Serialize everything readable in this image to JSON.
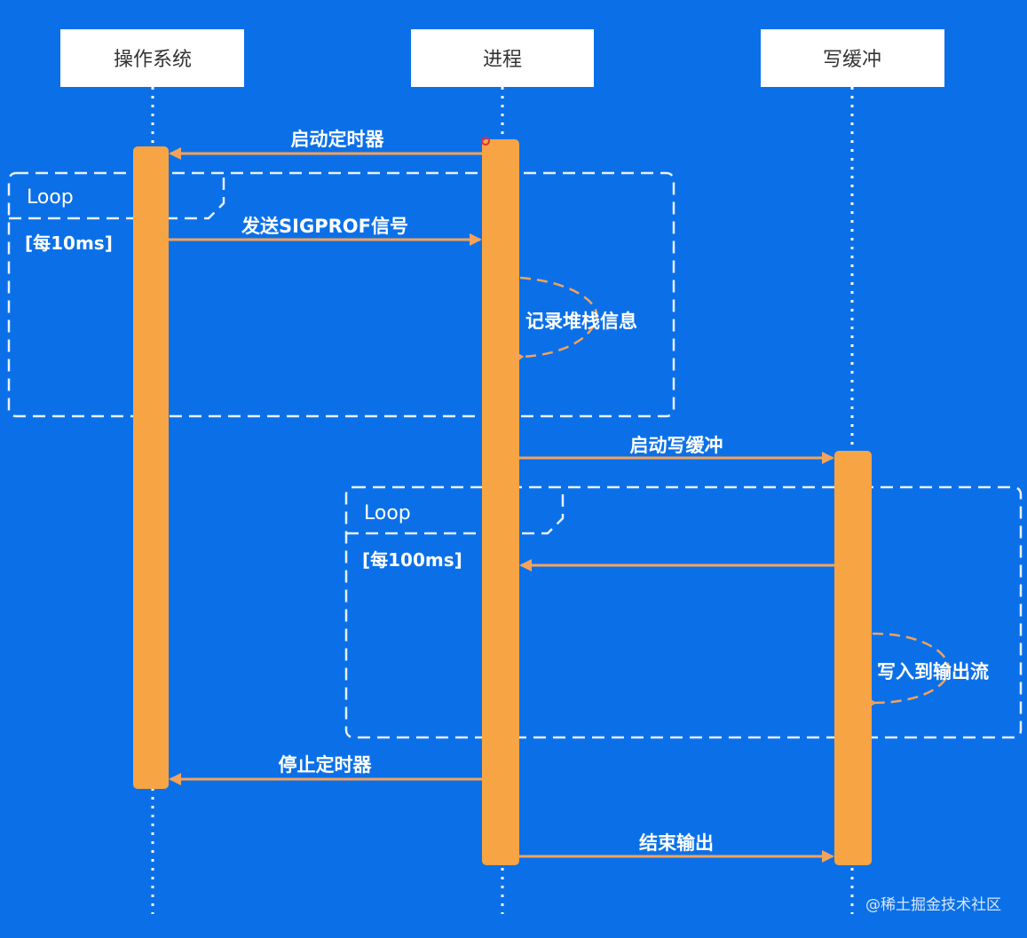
{
  "participants": [
    {
      "name": "操作系统"
    },
    {
      "name": "进程"
    },
    {
      "name": "写缓冲"
    }
  ],
  "messages": {
    "start_timer": "启动定时器",
    "send_signal": "发送SIGPROF信号",
    "record_stack": "记录堆栈信息",
    "start_write_buffer": "启动写缓冲",
    "write_to_output": "写入到输出流",
    "stop_timer": "停止定时器",
    "end_output": "结束输出"
  },
  "loops": [
    {
      "label": "Loop",
      "condition": "[每10ms]"
    },
    {
      "label": "Loop",
      "condition": "[每100ms]"
    }
  ],
  "watermark": "@稀土掘金技术社区",
  "colors": {
    "background": "#0b70e8",
    "activation": "#f7a445",
    "arrow": "#f5a35a",
    "box_fill": "#ffffff",
    "dashed": "#ffffff"
  }
}
